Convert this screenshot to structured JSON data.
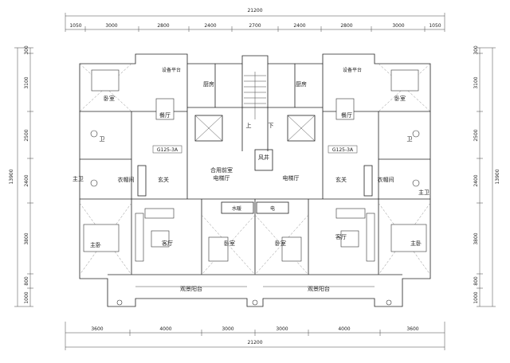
{
  "dimensions": {
    "overall_width": "21200",
    "overall_depth": "13900",
    "top_segments": [
      "1050",
      "3000",
      "2800",
      "2400",
      "2700",
      "2400",
      "2800",
      "3000",
      "1050"
    ],
    "bottom_segments": [
      "3600",
      "4000",
      "3000",
      "3000",
      "4000",
      "3600"
    ],
    "side_segments": [
      "300",
      "3100",
      "2500",
      "2400",
      "3800",
      "800",
      "1000"
    ]
  },
  "rooms": {
    "left_unit": {
      "equipment_platform": "设备平台",
      "kitchen": "厨房",
      "bedroom_north": "卧室",
      "dining": "餐厅",
      "bathroom_small": "卫",
      "window_tag": "G125-3A",
      "master_bath": "主卫",
      "closet": "衣帽间",
      "foyer": "玄关",
      "living": "客厅",
      "master_bedroom": "主卧",
      "bedroom_south": "卧室"
    },
    "right_unit": {
      "equipment_platform": "设备平台",
      "kitchen": "厨房",
      "bedroom_north": "卧室",
      "dining": "餐厅",
      "bathroom_small": "卫",
      "window_tag": "G125-3A",
      "master_bath": "主卫",
      "closet": "衣帽间",
      "foyer": "玄关",
      "living": "客厅",
      "master_bedroom": "主卧",
      "bedroom_south": "卧室"
    },
    "core": {
      "lobby": "合用前室",
      "elevator_hall": "电梯厅",
      "elevator_hall_right": "电梯厅",
      "air_shaft": "风井",
      "stair_up": "上",
      "stair_down": "下",
      "water_heating": "水暖",
      "electrical": "电"
    },
    "balconies": {
      "left": "观景阳台",
      "right": "观景阳台"
    }
  },
  "colors": {
    "wall": "#111111",
    "line": "#222222",
    "dimension": "#222222"
  }
}
